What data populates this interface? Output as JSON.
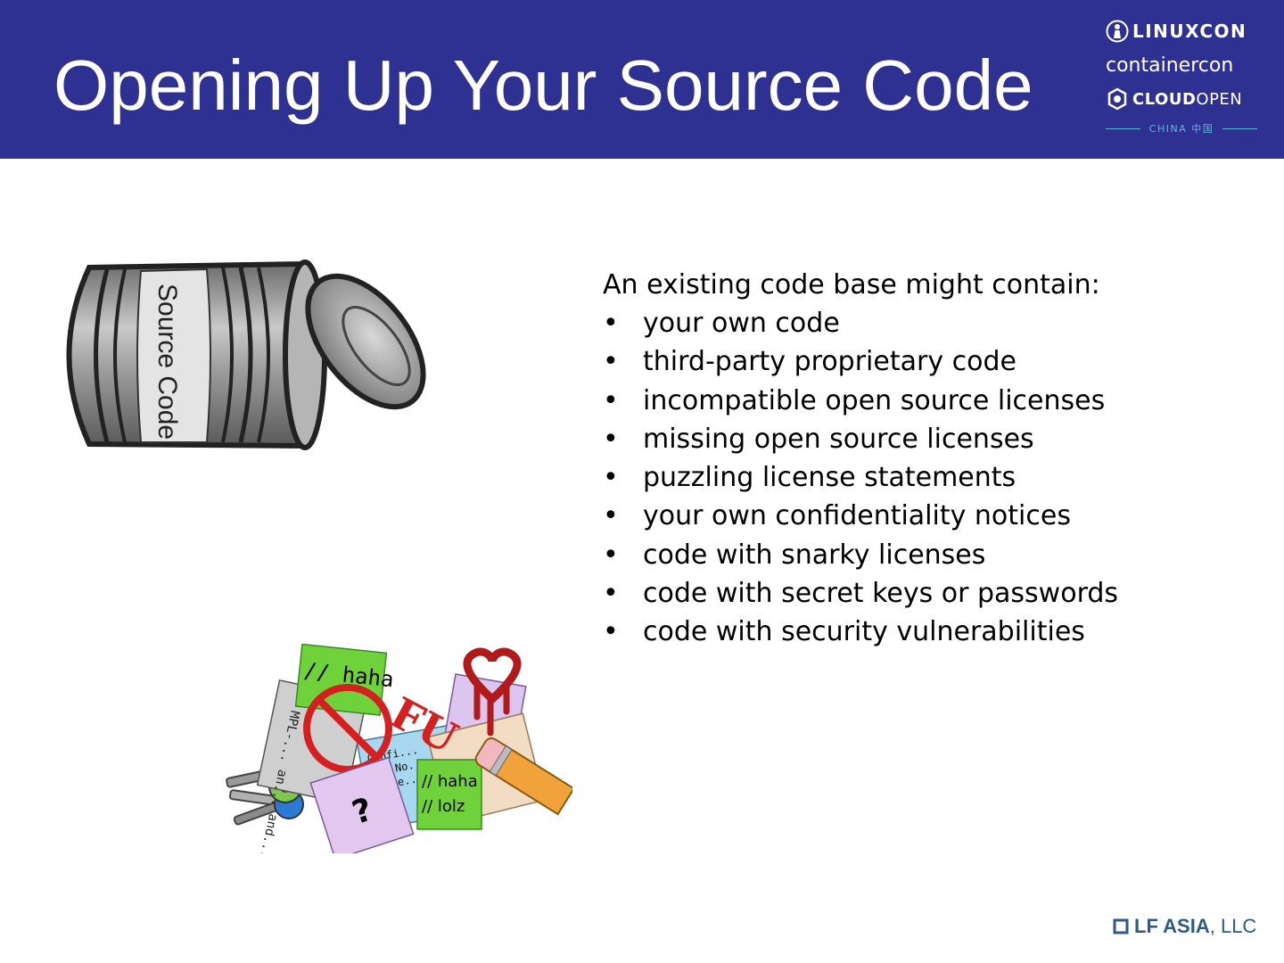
{
  "slide": {
    "title": "Opening Up Your Source Code"
  },
  "header_logos": {
    "linuxcon": "LINUXCON",
    "containercon": "containercon",
    "cloud_bold": "CLOUD",
    "cloud_thin": "OPEN",
    "china": "CHINA 中国"
  },
  "content": {
    "intro": "An existing code base might contain:",
    "bullet_glyph": "•",
    "items": [
      "your own code",
      "third-party proprietary code",
      "incompatible open source licenses",
      "missing open source licenses",
      "puzzling license statements",
      "your own confidentiality notices",
      "code with snarky licenses",
      "code with secret keys or passwords",
      "code with security vulnerabilities"
    ]
  },
  "can_illustration": {
    "label": "Source Code"
  },
  "pile_illustration": {
    "note_top": "// haha",
    "note_bottom_1": "// haha",
    "note_bottom_2": "// lolz",
    "gray_paper": "MPL-... an... and...",
    "blue_paper_1": "Confi...",
    "blue_paper_2": "Not No...",
    "blue_paper_3": "Value...",
    "purple_paper": "?",
    "red_word": "FU"
  },
  "footer": {
    "brand_bold": "LF ASIA",
    "brand_rest": ", LLC"
  },
  "colors": {
    "header_bg": "#2e3192",
    "china_accent": "#5fb7d6",
    "footer_text": "#2e5a8a"
  }
}
